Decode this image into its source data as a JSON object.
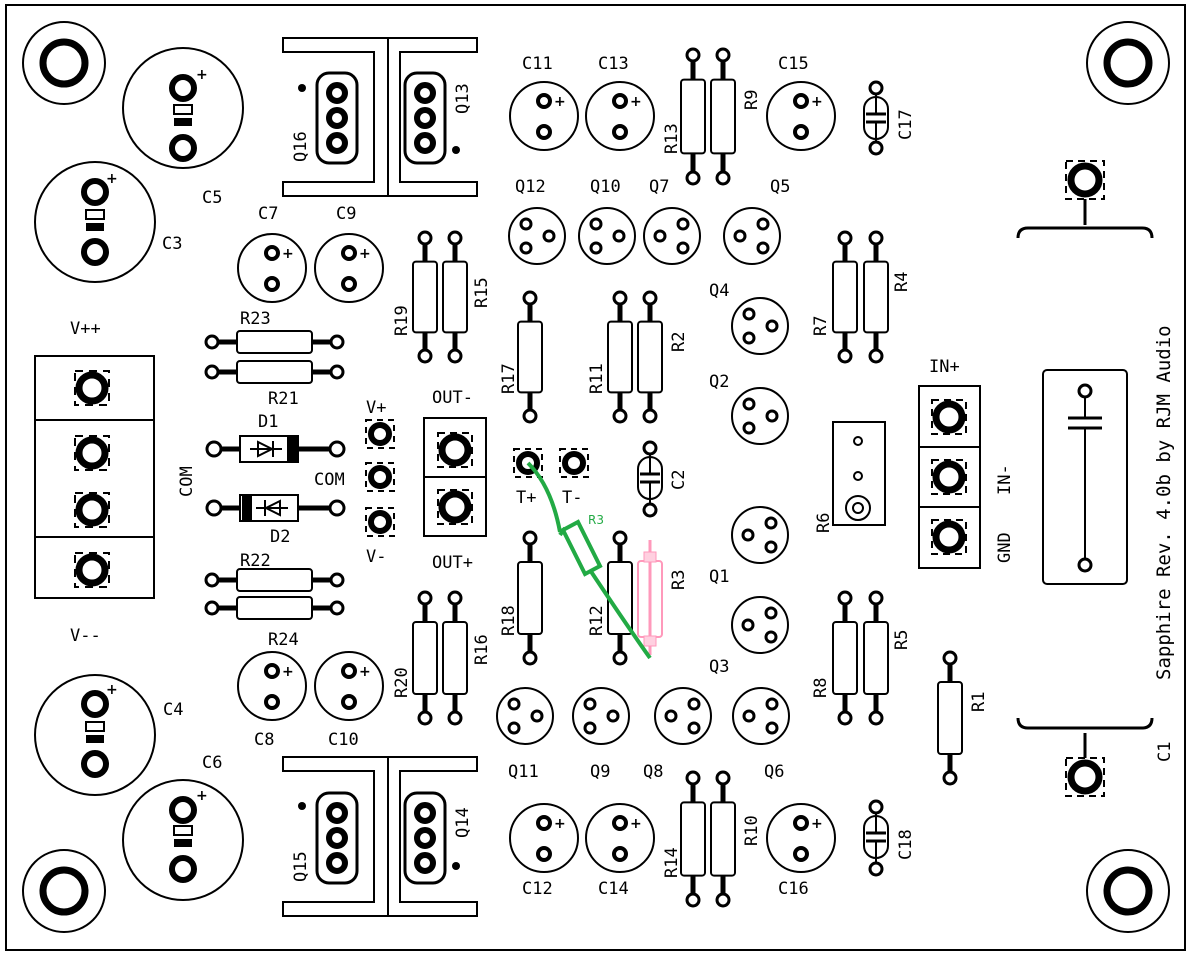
{
  "board": {
    "credit": "Sapphire Rev. 4.0b by RJM Audio"
  },
  "labels": {
    "C11": "C11",
    "C13": "C13",
    "C15": "C15",
    "C17": "C17",
    "C5": "C5",
    "C3": "C3",
    "C7": "C7",
    "C9": "C9",
    "C2": "C2",
    "C4": "C4",
    "C6": "C6",
    "C8": "C8",
    "C10": "C10",
    "C12": "C12",
    "C14": "C14",
    "C16": "C16",
    "C18": "C18",
    "C1": "C1",
    "Q1": "Q1",
    "Q2": "Q2",
    "Q3": "Q3",
    "Q4": "Q4",
    "Q5": "Q5",
    "Q6": "Q6",
    "Q7": "Q7",
    "Q8": "Q8",
    "Q9": "Q9",
    "Q10": "Q10",
    "Q11": "Q11",
    "Q12": "Q12",
    "Q13": "Q13",
    "Q14": "Q14",
    "Q15": "Q15",
    "Q16": "Q16",
    "R1": "R1",
    "R2": "R2",
    "R3": "R3",
    "R4": "R4",
    "R5": "R5",
    "R6": "R6",
    "R7": "R7",
    "R8": "R8",
    "R9": "R9",
    "R10": "R10",
    "R11": "R11",
    "R12": "R12",
    "R13": "R13",
    "R14": "R14",
    "R15": "R15",
    "R16": "R16",
    "R17": "R17",
    "R18": "R18",
    "R19": "R19",
    "R20": "R20",
    "R21": "R21",
    "R22": "R22",
    "R23": "R23",
    "R24": "R24",
    "D1": "D1",
    "D2": "D2",
    "Vpp": "V++",
    "Vmm": "V--",
    "COM": "COM",
    "Vp": "V+",
    "Vm": "V-",
    "COM2": "COM",
    "OUTm": "OUT-",
    "OUTp": "OUT+",
    "Tp": "T+",
    "Tm": "T-",
    "INp": "IN+",
    "INm": "IN-",
    "GND": "GND",
    "R3green": "R3",
    "plus": "+"
  },
  "colors": {
    "rework_wire": "#22aa44",
    "removed_part": "#ff99bb",
    "silkscreen": "#000000",
    "pad_fill": "#ffffff"
  }
}
